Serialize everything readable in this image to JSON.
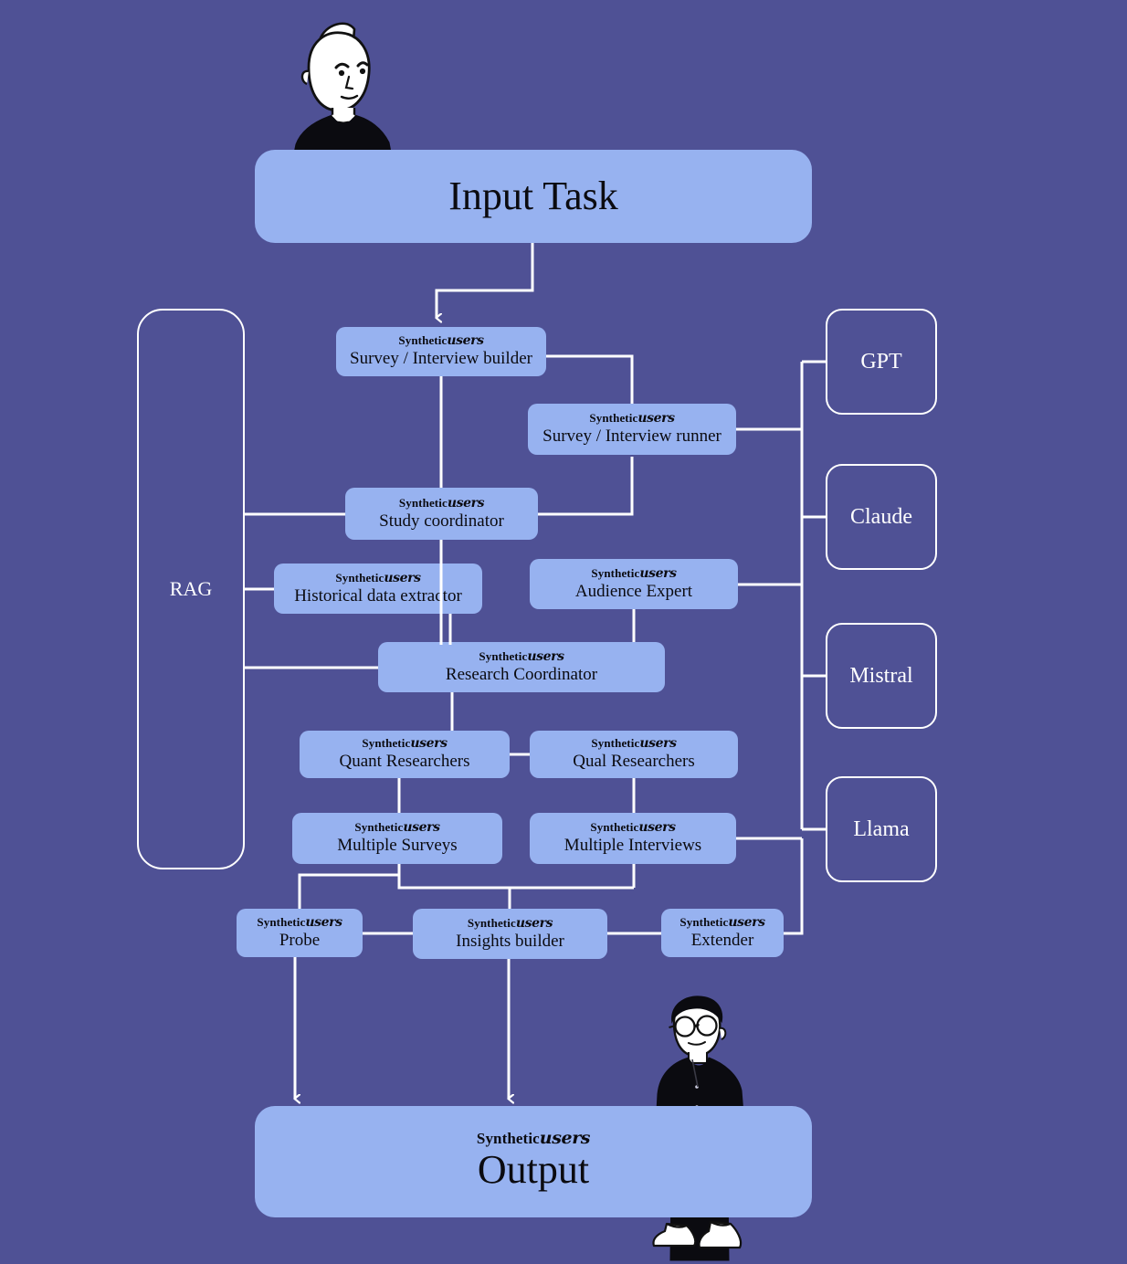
{
  "diagram": {
    "title": "Synthetic Users multi-agent research pipeline",
    "background_color": "#4f5195",
    "node_fill_color": "#97b2f0",
    "line_color": "#ffffff",
    "brand": {
      "part1": "Synthetic",
      "part2": "users"
    }
  },
  "entry": {
    "label": "Input Task"
  },
  "exit": {
    "label": "Output"
  },
  "rag": {
    "label": "RAG"
  },
  "llms": [
    {
      "label": "GPT"
    },
    {
      "label": "Claude"
    },
    {
      "label": "Mistral"
    },
    {
      "label": "Llama"
    }
  ],
  "agents": [
    {
      "label": "Survey / Interview builder"
    },
    {
      "label": "Survey / Interview runner"
    },
    {
      "label": "Study coordinator"
    },
    {
      "label": "Historical data extractor"
    },
    {
      "label": "Audience Expert"
    },
    {
      "label": "Research Coordinator"
    },
    {
      "label": "Quant Researchers"
    },
    {
      "label": "Qual Researchers"
    },
    {
      "label": "Multiple Surveys"
    },
    {
      "label": "Multiple Interviews"
    },
    {
      "label": "Probe"
    },
    {
      "label": "Insights builder"
    },
    {
      "label": "Extender"
    }
  ],
  "people": [
    {
      "name": "person-top",
      "description": "illustrated person with quiff hair in black t-shirt"
    },
    {
      "name": "person-bottom",
      "description": "illustrated person with glasses in black coat"
    }
  ]
}
